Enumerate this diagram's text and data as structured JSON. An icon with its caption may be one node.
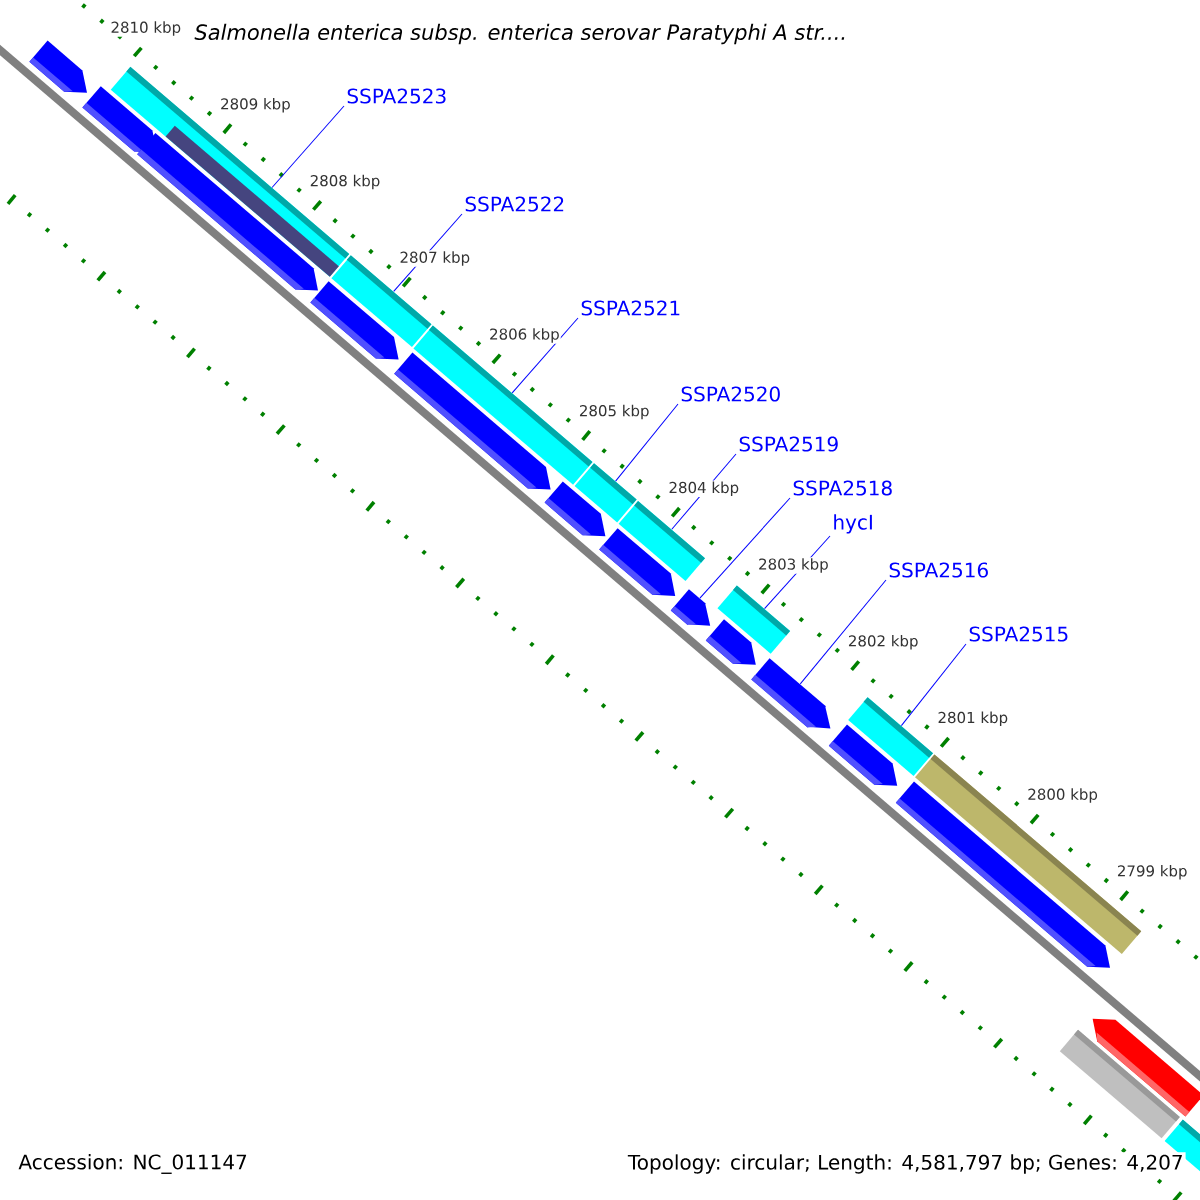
{
  "diagram": {
    "title": "Salmonella enterica subsp. enterica serovar Paratyphi A str....",
    "nodes": [
      {
        "text": [
          "SSPA2523"
        ]
      },
      {
        "text": [
          "SSPA2522"
        ]
      },
      {
        "text": [
          "SSPA2521"
        ]
      },
      {
        "text": [
          "SSPA2520"
        ]
      },
      {
        "text": [
          "SSPA2519"
        ]
      },
      {
        "text": [
          "SSPA2518"
        ]
      },
      {
        "text": [
          "hycI"
        ]
      },
      {
        "text": [
          "SSPA2516"
        ]
      },
      {
        "text": [
          "SSPA2515"
        ]
      },
      {
        "text": [],
        "shape": "box"
      },
      {
        "text": [],
        "shape": "box"
      },
      {
        "text": [],
        "shape": "box"
      },
      {
        "text": [],
        "shape": "box"
      },
      {
        "text": [],
        "shape": "box"
      },
      {
        "text": [],
        "shape": "arrow"
      },
      {
        "text": [],
        "shape": "box"
      },
      {
        "text": [],
        "shape": "arrow"
      },
      {
        "text": [],
        "shape": "box"
      },
      {
        "text": [],
        "shape": "box"
      }
    ],
    "edges": [
      {
        "from": 0,
        "to": 9,
        "arrow": "none"
      },
      {
        "from": 1,
        "to": 10,
        "arrow": "none"
      },
      {
        "from": 2,
        "to": 11,
        "arrow": "none"
      },
      {
        "from": 3,
        "to": 12,
        "arrow": "none"
      },
      {
        "from": 4,
        "to": 13,
        "arrow": "none"
      },
      {
        "from": 5,
        "to": 14,
        "arrow": "none"
      },
      {
        "from": 6,
        "to": 15,
        "arrow": "none"
      },
      {
        "from": 7,
        "to": 16,
        "arrow": "none"
      },
      {
        "from": 8,
        "to": 17,
        "arrow": "none"
      }
    ],
    "labels": [
      "2810 kbp",
      "2809 kbp",
      "2808 kbp",
      "2807 kbp",
      "2806 kbp",
      "2805 kbp",
      "2804 kbp",
      "2803 kbp",
      "2802 kbp",
      "2801 kbp",
      "2800 kbp",
      "2799 kbp",
      "Accession: NC_011147",
      "Topology: circular; Length: 4,581,797 bp; Genes: 4,207"
    ]
  }
}
